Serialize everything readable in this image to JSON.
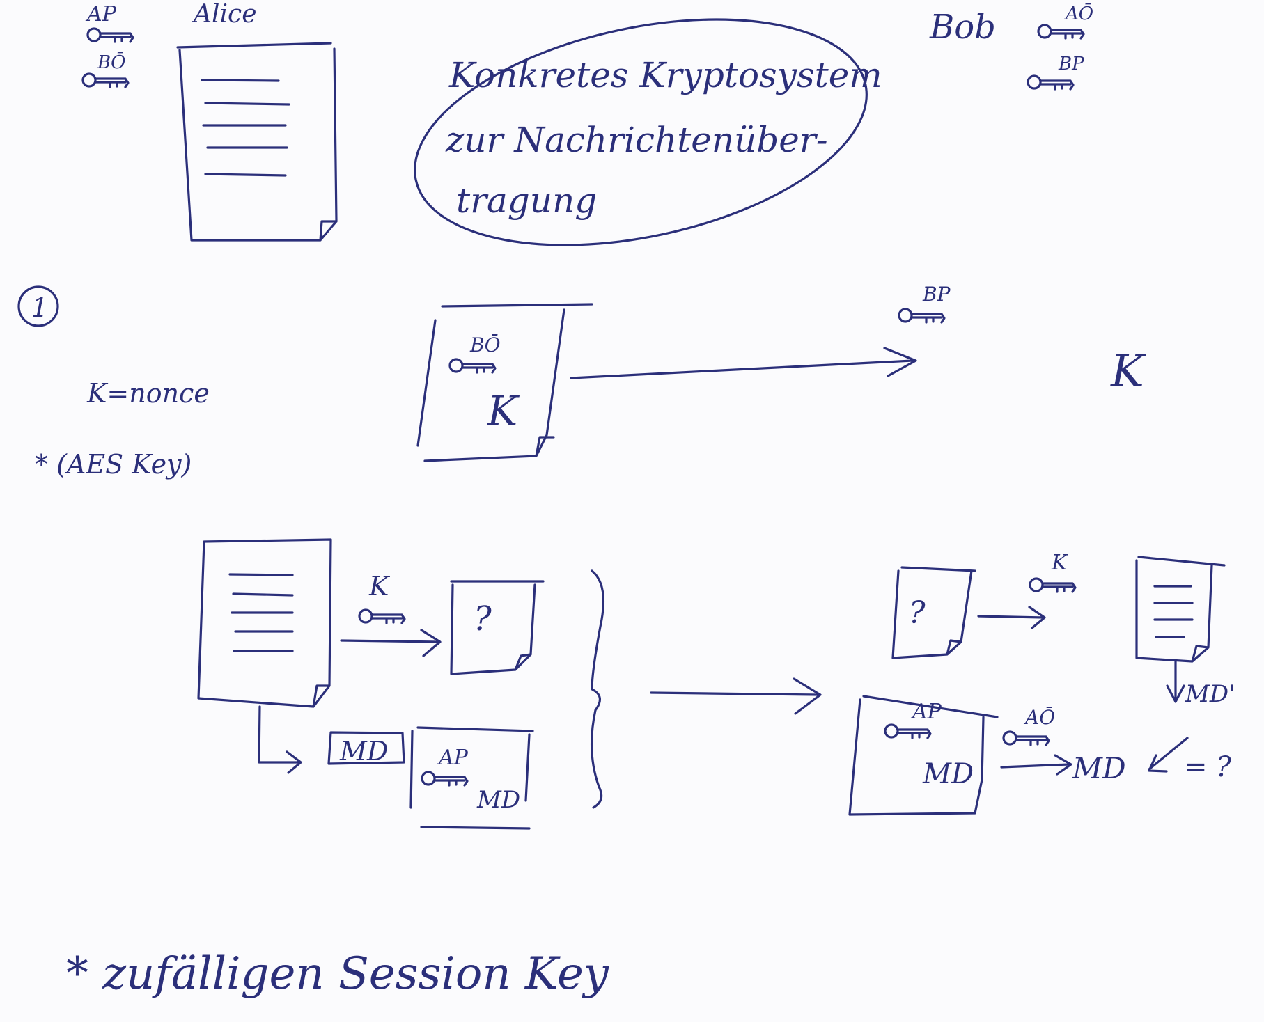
{
  "colors": {
    "ink": "#2b2f7a",
    "paper": "#fbfbfd"
  },
  "header": {
    "alice": "Alice",
    "bob": "Bob",
    "alice_key_public": "AP",
    "alice_key_bob": "BŌ",
    "bob_key_private": "AŌ",
    "bob_key_public": "BP",
    "title_line1": "Konkretes Kryptosystem",
    "title_line2": "zur Nachrichtenüber-",
    "title_line3": "tragung"
  },
  "step1": {
    "number": "1",
    "k_eq": "K=nonce",
    "aes_note": "* (AES Key)",
    "envelope_key": "BŌ",
    "envelope_k": "K",
    "bob_key": "BP",
    "bob_result": "K"
  },
  "step2": {
    "key_k": "K",
    "question": "?",
    "md_box": "MD",
    "sig_key": "AP",
    "sig_md": "MD",
    "bob_question": "?",
    "bob_key_k": "K",
    "bob_md_label": "MD'",
    "sig2_key": "AP",
    "sig2_md": "MD",
    "verify_key": "AŌ",
    "verify_md": "MD",
    "compare": "= ?"
  },
  "footnote": "* zufälligen Session Key",
  "icons": [
    "key-icon",
    "document-icon",
    "encrypted-document-icon",
    "arrow-icon",
    "brace-icon"
  ]
}
